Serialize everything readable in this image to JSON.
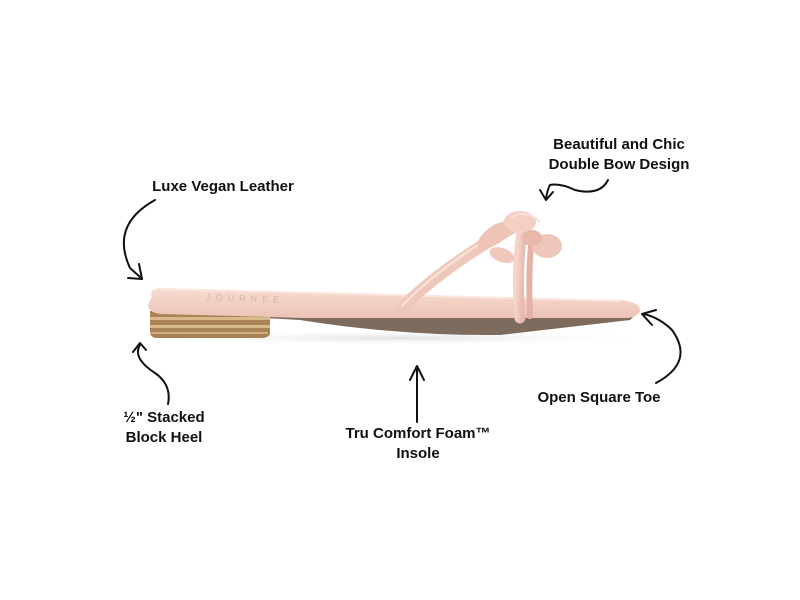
{
  "product": {
    "type": "flat slide sandal",
    "brand_emboss": "JOURNEE",
    "colors": {
      "upper": "#f2cfc4",
      "upper_shade": "#e3b6a9",
      "footbed": "#f5d6cc",
      "outsole": "#7d6b5e",
      "heel_wood": "#b08a5c",
      "heel_stripe": "#d8b98a",
      "background": "#ffffff",
      "text": "#111111"
    }
  },
  "callouts": {
    "bow": {
      "line1": "Beautiful and Chic",
      "line2": "Double Bow Design"
    },
    "leather": {
      "line1": "Luxe Vegan Leather"
    },
    "heel": {
      "line1": "½\" Stacked",
      "line2": "Block Heel"
    },
    "insole": {
      "line1": "Tru Comfort Foam™",
      "line2": "Insole"
    },
    "toe": {
      "line1": "Open Square Toe"
    }
  }
}
